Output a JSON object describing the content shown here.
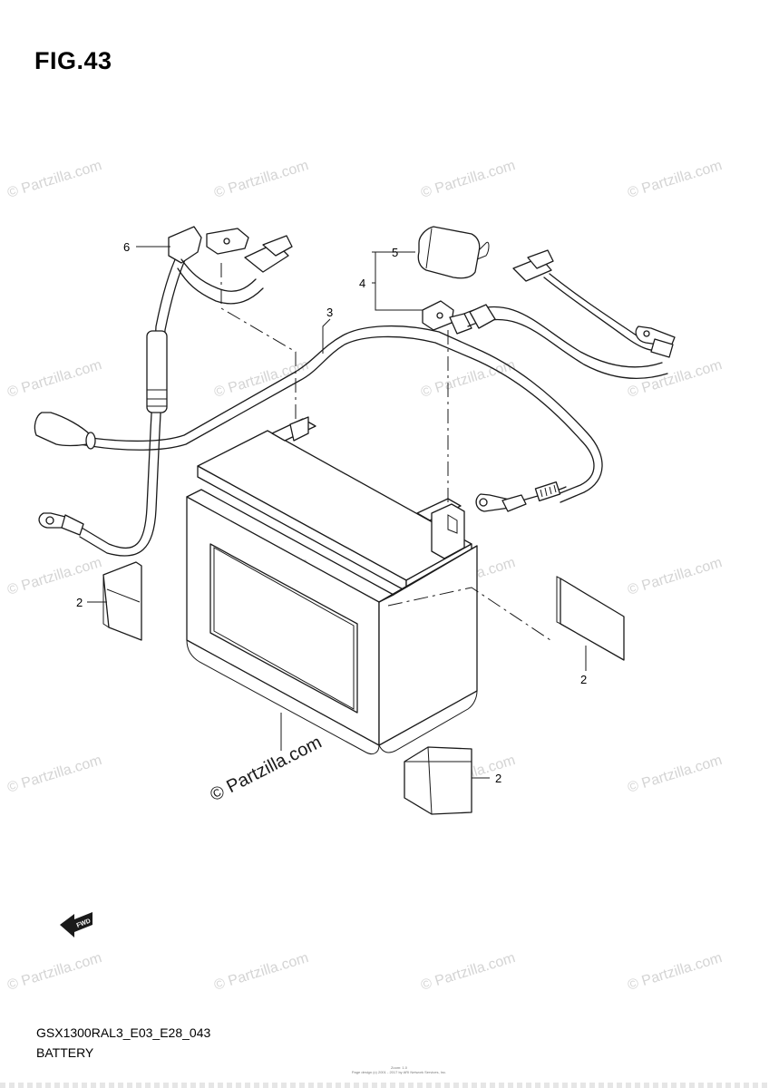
{
  "figure": {
    "title": "FIG.43",
    "model_code": "GSX1300RAL3_E03_E28_043",
    "section_name": "BATTERY"
  },
  "watermark": {
    "text": "© Partzilla.com",
    "center_text": "© Partzilla.com"
  },
  "fwd_arrow_label": "FWD",
  "callouts": {
    "part_6": "6",
    "part_5": "5",
    "part_4": "4",
    "part_3": "3",
    "part_2_left": "2",
    "part_2_right": "2",
    "part_2_bottom": "2"
  },
  "footer": {
    "copyright_line1": "Zoom: 1.0",
    "copyright_line2": "Page design (c) 2001 - 2017 by ARI Network Services, Inc."
  }
}
